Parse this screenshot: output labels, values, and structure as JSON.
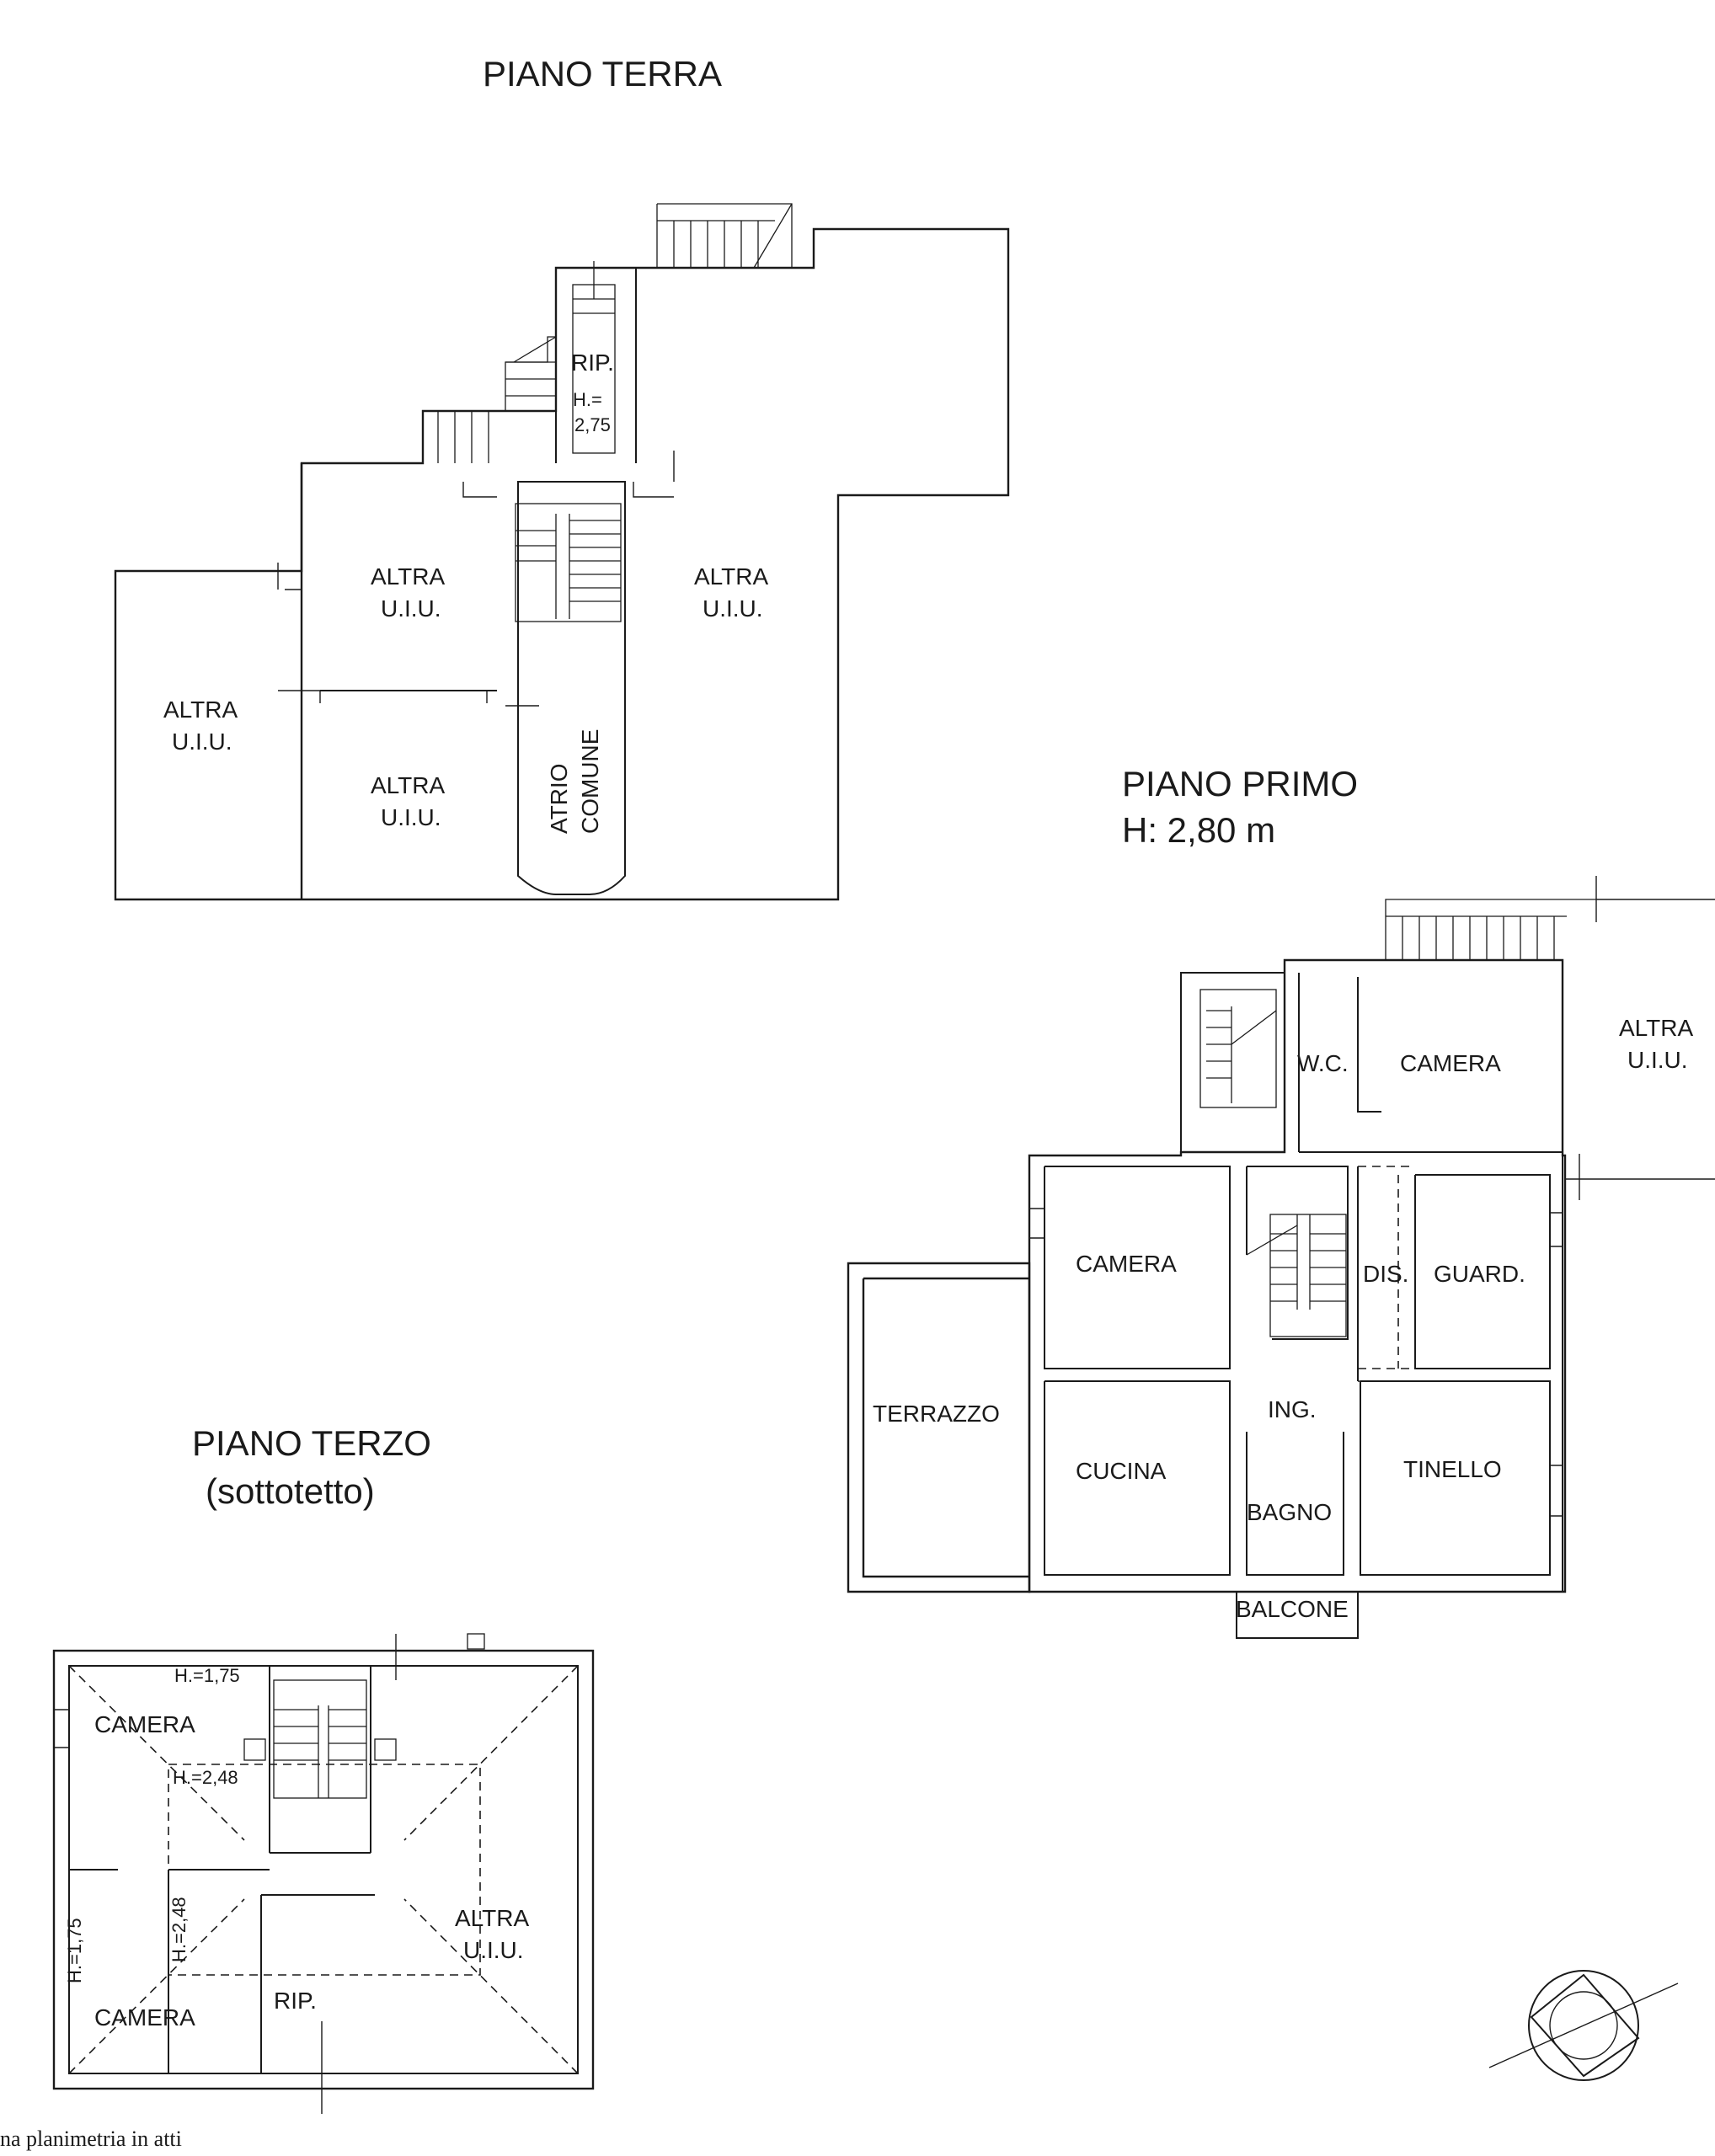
{
  "titles": {
    "piano_terra": "PIANO TERRA",
    "piano_primo": "PIANO PRIMO",
    "piano_primo_height": "H: 2,80 m",
    "piano_terzo": "PIANO TERZO",
    "piano_terzo_sub": "(sottotetto)"
  },
  "piano_terra": {
    "rip": "RIP.",
    "rip_h1": "H.=",
    "rip_h2": "2,75",
    "altra_1": "ALTRA",
    "uiu_1": "U.I.U.",
    "altra_2": "ALTRA",
    "uiu_2": "U.I.U.",
    "altra_3": "ALTRA",
    "uiu_3": "U.I.U.",
    "altra_4": "ALTRA",
    "uiu_4": "U.I.U.",
    "atrio": "ATRIO",
    "comune": "COMUNE"
  },
  "piano_primo": {
    "wc": "W.C.",
    "camera_1": "CAMERA",
    "altra": "ALTRA",
    "uiu": "U.I.U.",
    "camera_2": "CAMERA",
    "dis": "DIS.",
    "guard": "GUARD.",
    "terrazzo": "TERRAZZO",
    "ing": "ING.",
    "cucina": "CUCINA",
    "tinello": "TINELLO",
    "bagno": "BAGNO",
    "balcone": "BALCONE"
  },
  "piano_terzo": {
    "h175_top": "H.=1,75",
    "camera_1": "CAMERA",
    "h248_a": "H.=2,48",
    "h248_b": "H.=2,48",
    "h175_left": "H.=1,75",
    "camera_2": "CAMERA",
    "rip": "RIP.",
    "altra": "ALTRA",
    "uiu": "U.I.U."
  },
  "footer": {
    "note": "na planimetria in atti"
  }
}
